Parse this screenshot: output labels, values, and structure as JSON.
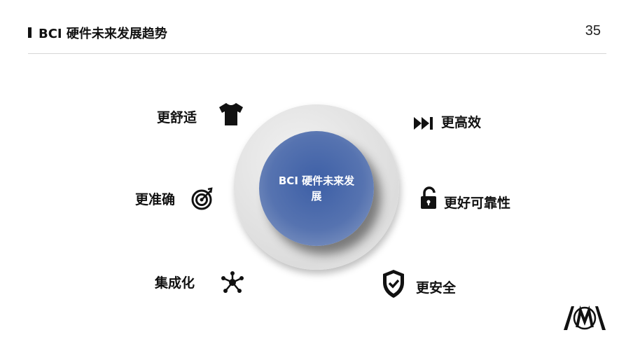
{
  "header": {
    "title": "BCI 硬件未来发展趋势",
    "page_number": "35"
  },
  "center": {
    "label": "BCI 硬件未来发展"
  },
  "items": [
    {
      "label": "更舒适",
      "icon": "tshirt-icon"
    },
    {
      "label": "更准确",
      "icon": "target-icon"
    },
    {
      "label": "集成化",
      "icon": "network-icon"
    },
    {
      "label": "更高效",
      "icon": "fast-forward-icon"
    },
    {
      "label": "更好可靠性",
      "icon": "unlock-icon"
    },
    {
      "label": "更安全",
      "icon": "shield-check-icon"
    }
  ],
  "colors": {
    "accent": "#3d5fa6"
  }
}
